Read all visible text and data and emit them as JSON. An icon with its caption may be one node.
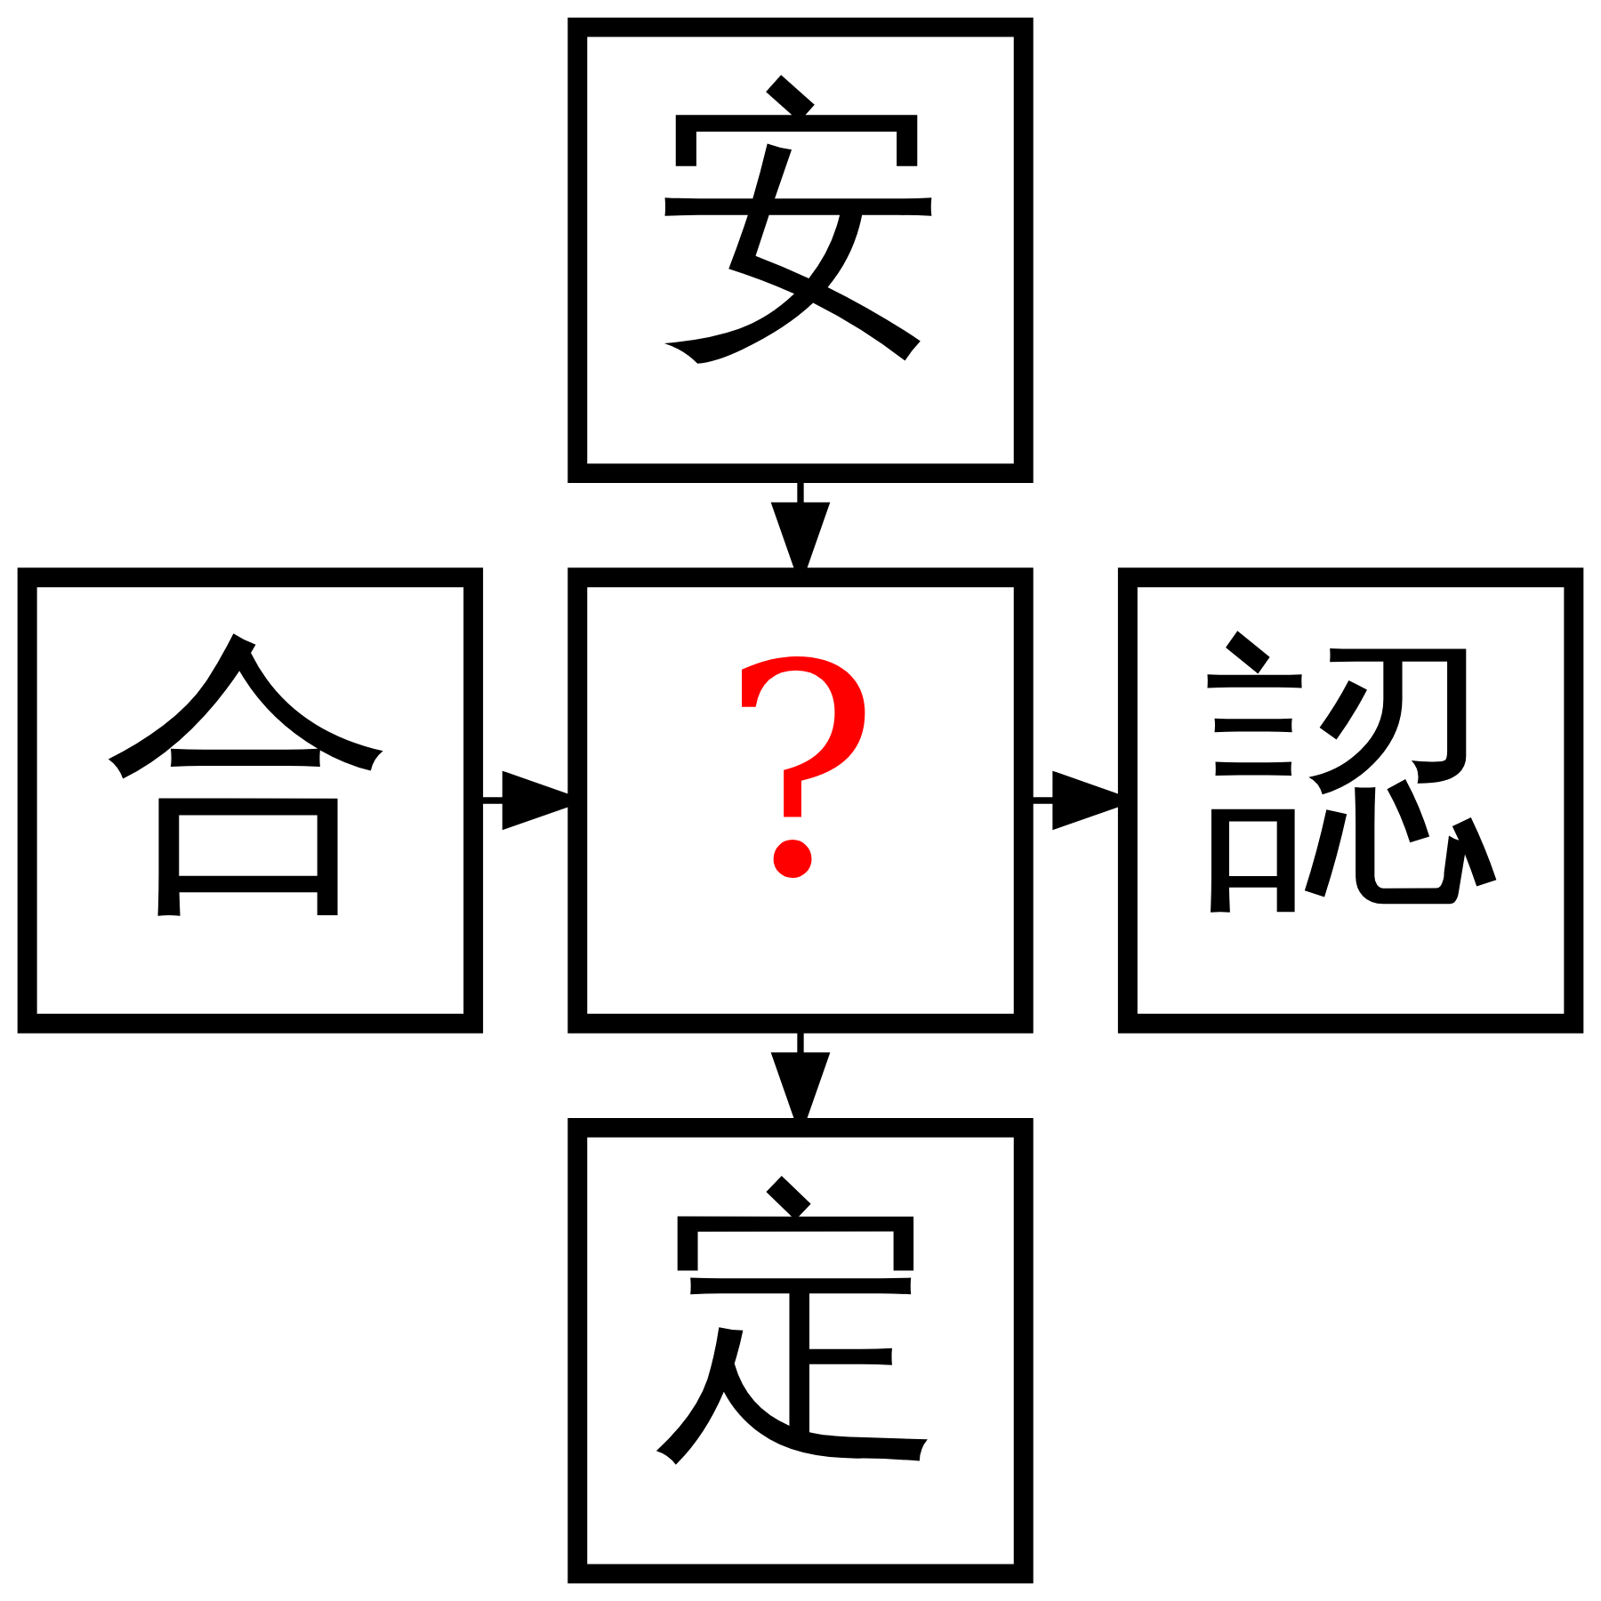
{
  "diagram": {
    "nodes": [
      {
        "text": [
          "安"
        ]
      },
      {
        "text": [
          "合"
        ]
      },
      {
        "text": [
          "?"
        ]
      },
      {
        "text": [
          "認"
        ]
      },
      {
        "text": [
          "定"
        ]
      }
    ],
    "edges": [
      {
        "from": 0,
        "to": 2,
        "arrow": "to"
      },
      {
        "from": 1,
        "to": 2,
        "arrow": "to"
      },
      {
        "from": 2,
        "to": 3,
        "arrow": "to"
      },
      {
        "from": 2,
        "to": 4,
        "arrow": "to"
      }
    ]
  }
}
